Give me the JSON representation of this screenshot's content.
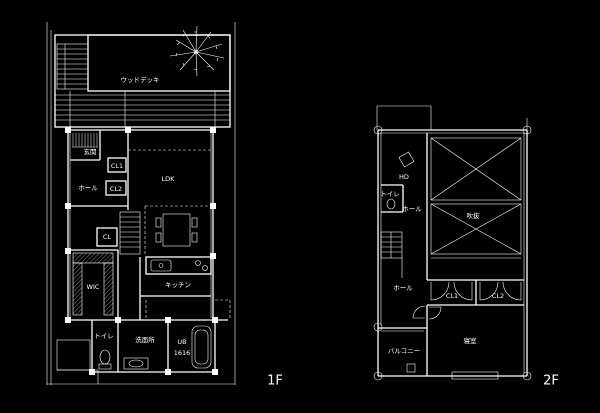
{
  "floor_1": {
    "level_label": "1F",
    "rooms": {
      "wood_deck": "ウッドデッキ",
      "entrance": "玄関",
      "closet_1": "CL1",
      "hall": "ホール",
      "closet_2": "CL2",
      "ldk": "LDK",
      "closet": "CL",
      "walk_in_closet": "WIC",
      "kitchen": "キッチン",
      "toilet": "トイレ",
      "washroom": "洗面所",
      "unit_bath": "UB",
      "unit_bath_size": "1616"
    }
  },
  "floor_2": {
    "level_label": "2F",
    "rooms": {
      "hd": "HD",
      "toilet": "トイレ",
      "hall_upper": "ホール",
      "void": "吹抜",
      "hall_lower": "ホール",
      "closet_1": "CL1",
      "closet_2": "CL2",
      "bedroom": "寝室",
      "balcony": "バルコニー"
    }
  },
  "colors": {
    "background": "#000000",
    "line": "#ffffff"
  }
}
